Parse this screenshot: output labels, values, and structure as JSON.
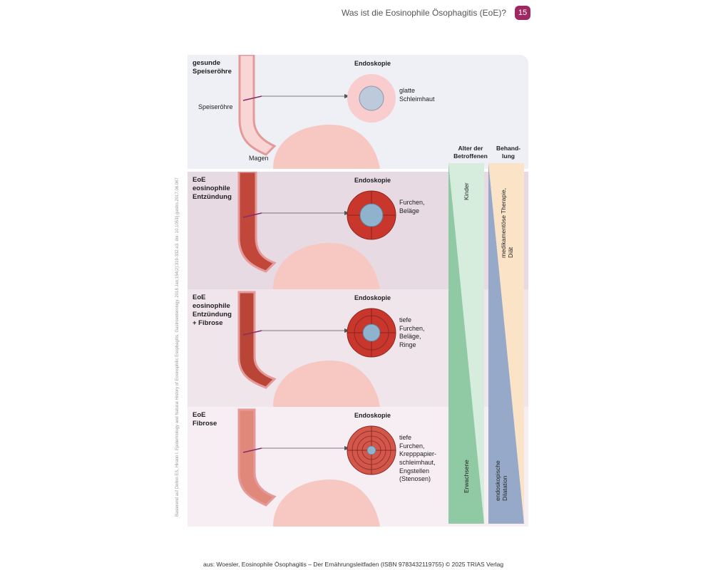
{
  "header": {
    "title": "Was ist die Eosinophile Ösophagitis (EoE)?",
    "page_number": "15"
  },
  "panels": [
    {
      "title": "gesunde\nSpeiseröhre",
      "endoscopy_label": "Endoskopie",
      "description": "glatte\nSchleimhaut",
      "labels": {
        "esophagus": "Speiseröhre",
        "stomach": "Magen"
      }
    },
    {
      "title": "EoE\neosinophile\nEntzündung",
      "endoscopy_label": "Endoskopie",
      "description": "Furchen,\nBeläge"
    },
    {
      "title": "EoE\neosinophile\nEntzündung\n+ Fibrose",
      "endoscopy_label": "Endoskopie",
      "description": "tiefe\nFurchen,\nBeläge,\nRinge"
    },
    {
      "title": "EoE\nFibrose",
      "endoscopy_label": "Endoskopie",
      "description": "tiefe\nFurchen,\nKrepppapier-\nschleimhaut,\nEngstellen\n(Stenosen)"
    }
  ],
  "columns": {
    "age": {
      "header": "Alter der\nBetroffenen",
      "top_label": "Kinder",
      "bottom_label": "Erwachsene",
      "colors": {
        "light": "#d6ecdc",
        "dark": "#8fcaa5"
      }
    },
    "treatment": {
      "header": "Behand-\nlung",
      "top_label": "medikamentöse Therapie,\nDiät",
      "bottom_label": "endoskopische\nDilatation",
      "colors": {
        "light": "#fbe3c8",
        "dark": "#96a9c8"
      }
    }
  },
  "colors": {
    "healthy_wall": "#f6b8b8",
    "inflamed_wall": "#c0473a",
    "fibrosis_wall": "#e0897a",
    "stomach": "#f7c7c2",
    "lumen": "#b9c8da"
  },
  "side_credit": "Basierend auf Dellon ES, Hirano I. Epidemiology and Natural History of Eosinophilic Esophagitis. Gastroenterology. 2018 Jan;154(2):319-332.e3. doi: 10.1053/j.gastro.2017.06.067",
  "footer": "aus: Woesler, Eosinophile Ösophagitis – Der Ernährungsleitfaden (ISBN 9783432119755) © 2025 TRIAS Verlag"
}
